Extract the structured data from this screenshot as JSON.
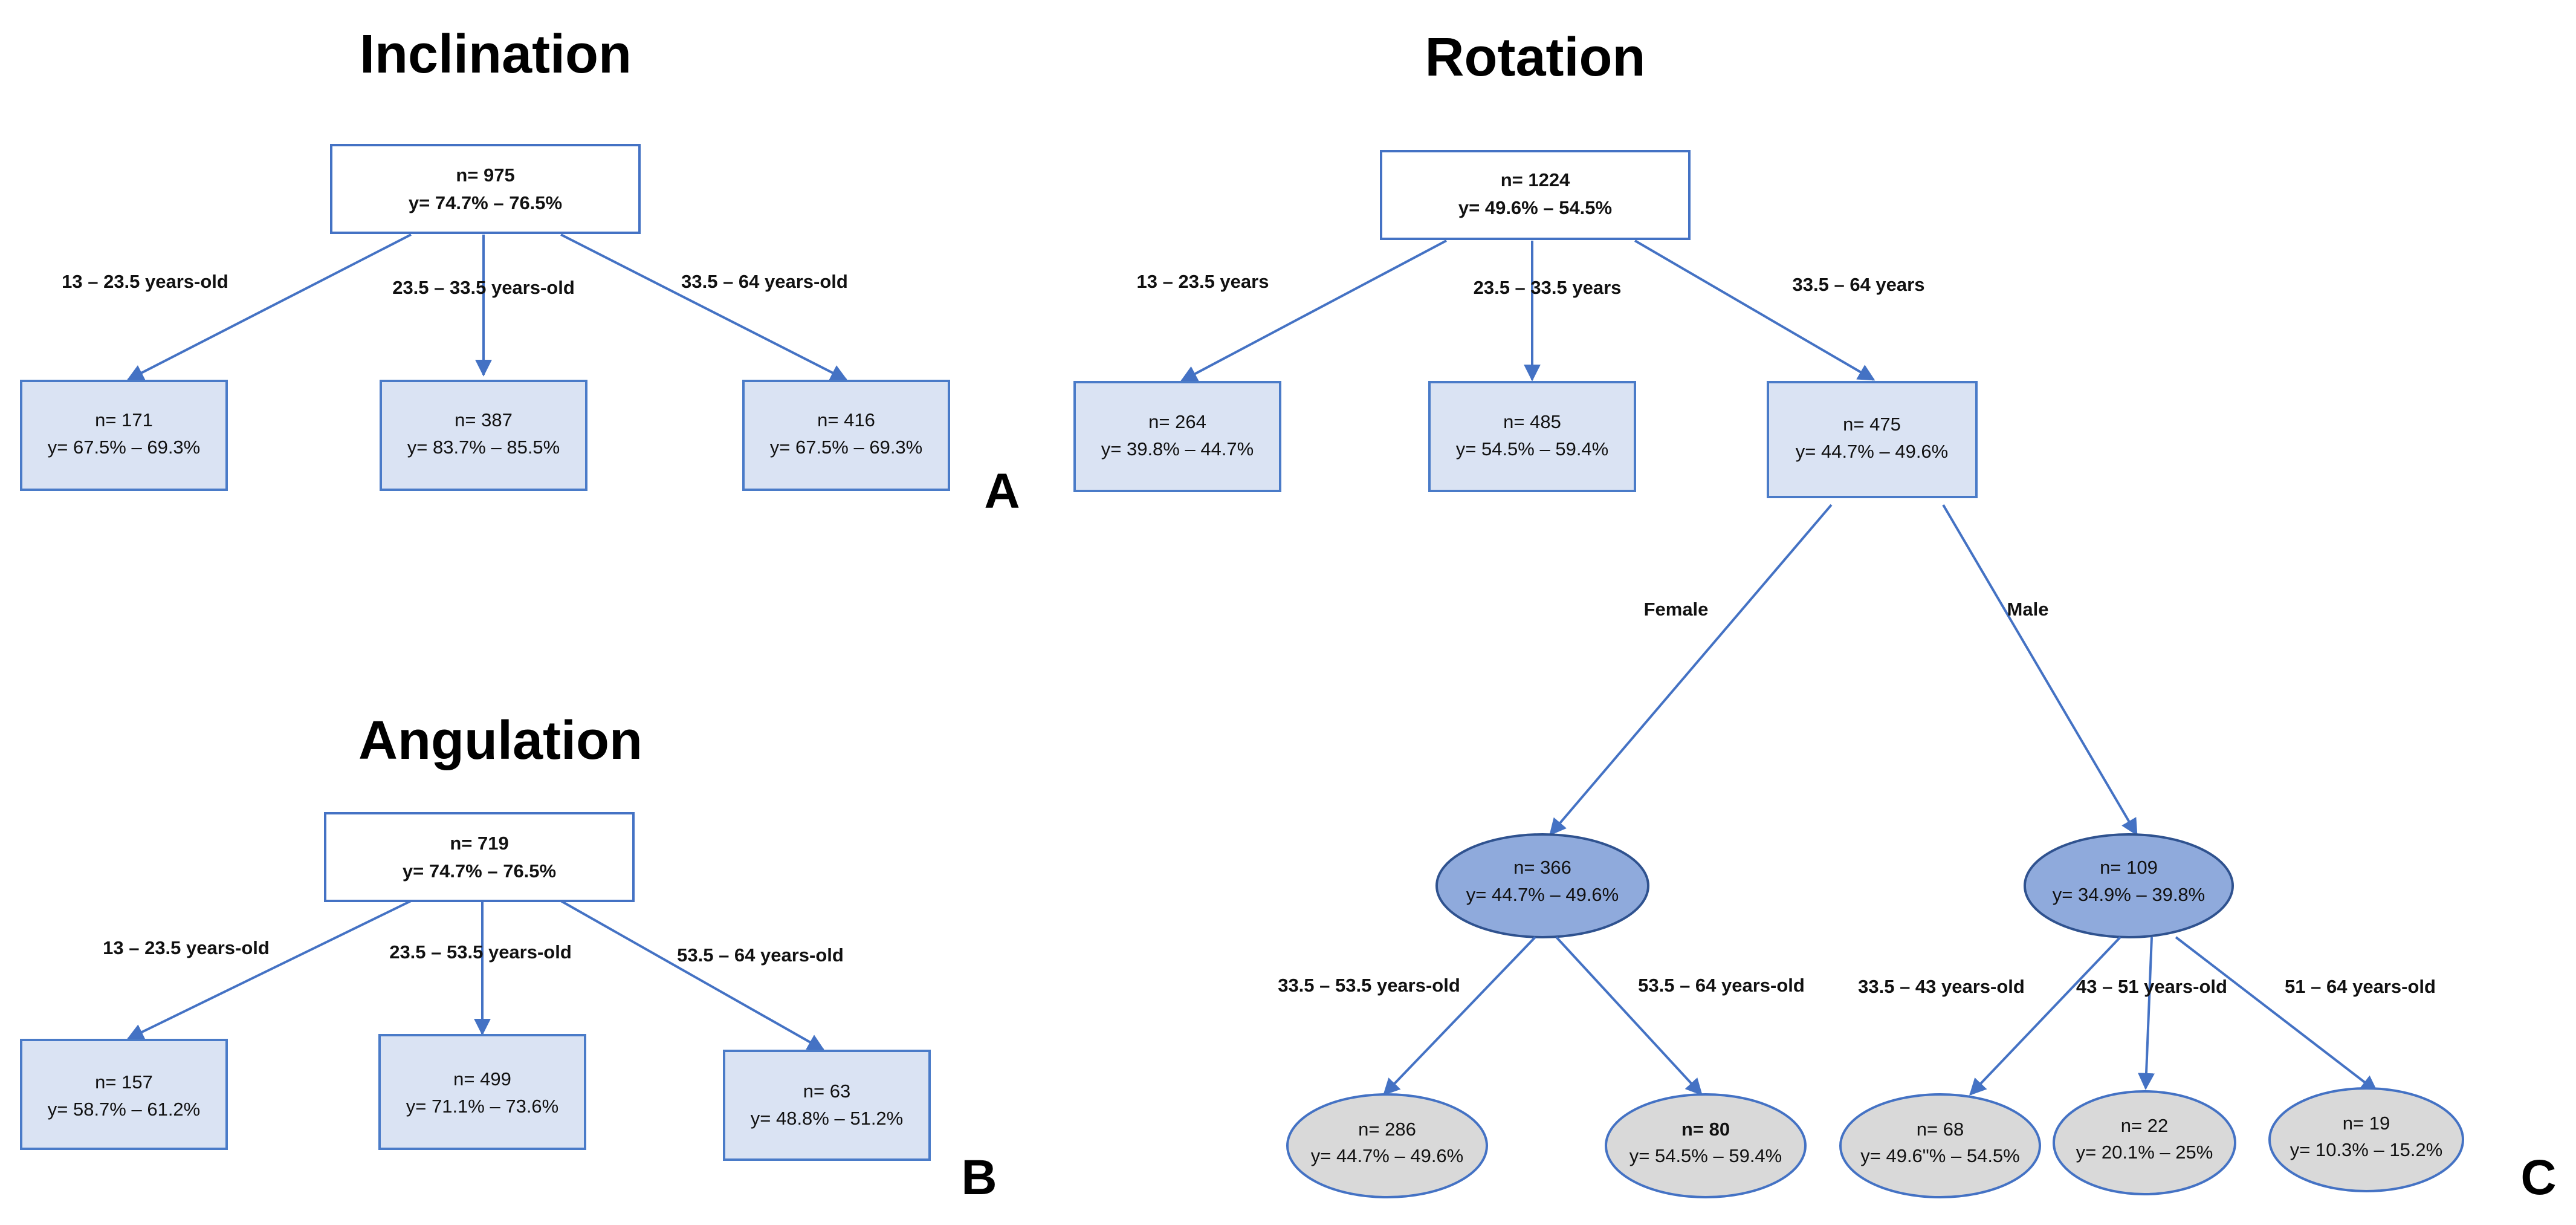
{
  "panels": {
    "inclination": {
      "title": "Inclination",
      "letter": "A",
      "root": {
        "n": "n= 975",
        "y": "y= 74.7% – 76.5%"
      },
      "edges": [
        "13 – 23.5  years-old",
        "23.5 – 33.5 years-old",
        "33.5 – 64 years-old"
      ],
      "leaves": [
        {
          "n": "n= 171",
          "y": "y= 67.5% – 69.3%"
        },
        {
          "n": "n= 387",
          "y": "y= 83.7% – 85.5%"
        },
        {
          "n": "n= 416",
          "y": "y= 67.5% – 69.3%"
        }
      ]
    },
    "angulation": {
      "title": "Angulation",
      "letter": "B",
      "root": {
        "n": "n= 719",
        "y": "y= 74.7% – 76.5%"
      },
      "edges": [
        "13 – 23.5 years-old",
        "23.5 – 53.5 years-old",
        "53.5 – 64 years-old"
      ],
      "leaves": [
        {
          "n": "n= 157",
          "y": "y= 58.7% – 61.2%"
        },
        {
          "n": "n= 499",
          "y": "y= 71.1% – 73.6%"
        },
        {
          "n": "n= 63",
          "y": "y= 48.8% – 51.2%"
        }
      ]
    },
    "rotation": {
      "title": "Rotation",
      "letter": "C",
      "root": {
        "n": "n= 1224",
        "y": "y= 49.6% – 54.5%"
      },
      "edges": [
        "13 – 23.5 years",
        "23.5 – 33.5 years",
        "33.5 – 64 years"
      ],
      "leaves": [
        {
          "n": "n= 264",
          "y": "y= 39.8% – 44.7%"
        },
        {
          "n": "n= 485",
          "y": "y= 54.5% – 59.4%"
        },
        {
          "n": "n= 475",
          "y": "y= 44.7% – 49.6%"
        }
      ],
      "sex_edges": [
        "Female",
        "Male"
      ],
      "female": {
        "n": "n= 366",
        "y": "y= 44.7% – 49.6%",
        "edges": [
          "33.5 – 53.5 years-old",
          "53.5 – 64 years-old"
        ],
        "leaves": [
          {
            "n": "n= 286",
            "y": "y= 44.7% – 49.6%"
          },
          {
            "n": "n= 80",
            "y": "y= 54.5% – 59.4%"
          }
        ]
      },
      "male": {
        "n": "n= 109",
        "y": "y= 34.9% – 39.8%",
        "edges": [
          "33.5 – 43 years-old",
          "43 – 51 years-old",
          "51 – 64 years-old"
        ],
        "leaves": [
          {
            "n": "n= 68",
            "y": "y= 49.6\"% – 54.5%"
          },
          {
            "n": "n= 22",
            "y": "y= 20.1% – 25%"
          },
          {
            "n": "n= 19",
            "y": "y= 10.3% – 15.2%"
          }
        ]
      }
    }
  },
  "colors": {
    "edge": "#4472c4",
    "leaf_box_fill": "#dae3f3",
    "mid_ellipse_fill": "#8faadc",
    "leaf_ellipse_fill": "#d9d9d9"
  }
}
